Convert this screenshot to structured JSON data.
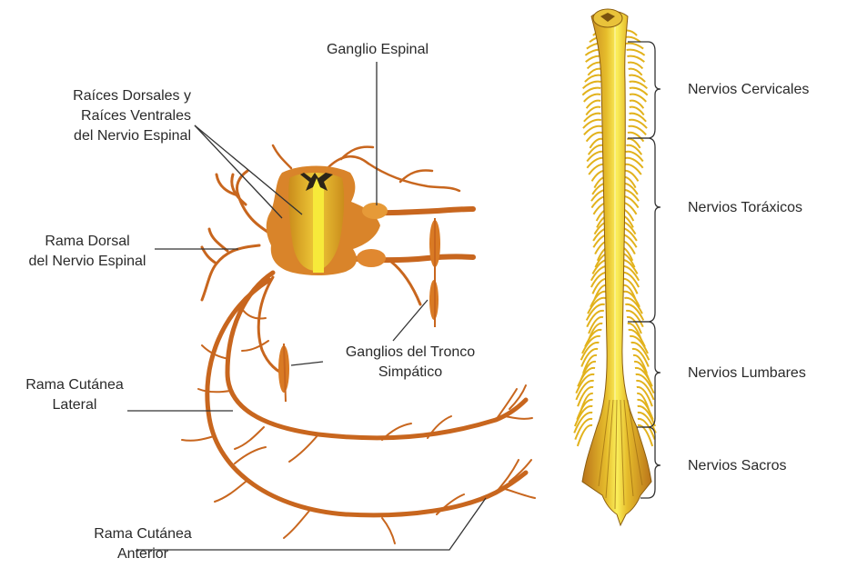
{
  "labels": {
    "ganglio_espinal": "Ganglio Espinal",
    "raices": [
      "Raíces Dorsales y",
      "Raíces Ventrales",
      "del Nervio Espinal"
    ],
    "rama_dorsal": [
      "Rama Dorsal",
      "del Nervio Espinal"
    ],
    "ganglios_tronco": [
      "Ganglios del Tronco",
      "Simpático"
    ],
    "rama_lateral": [
      "Rama Cutánea",
      "Lateral"
    ],
    "rama_anterior": [
      "Rama Cutánea",
      "Anterior"
    ],
    "cervicales": "Nervios Cervicales",
    "toraxicos": "Nervios Toráxicos",
    "lumbares": "Nervios Lumbares",
    "sacros": "Nervios Sacros"
  },
  "colors": {
    "nerve": "#c8661e",
    "nerve_light": "#e8963a",
    "cord_core": "#f3e22b",
    "spine_gold": "#e2b21c",
    "spine_dark": "#8a5d10",
    "leader": "#333333"
  }
}
